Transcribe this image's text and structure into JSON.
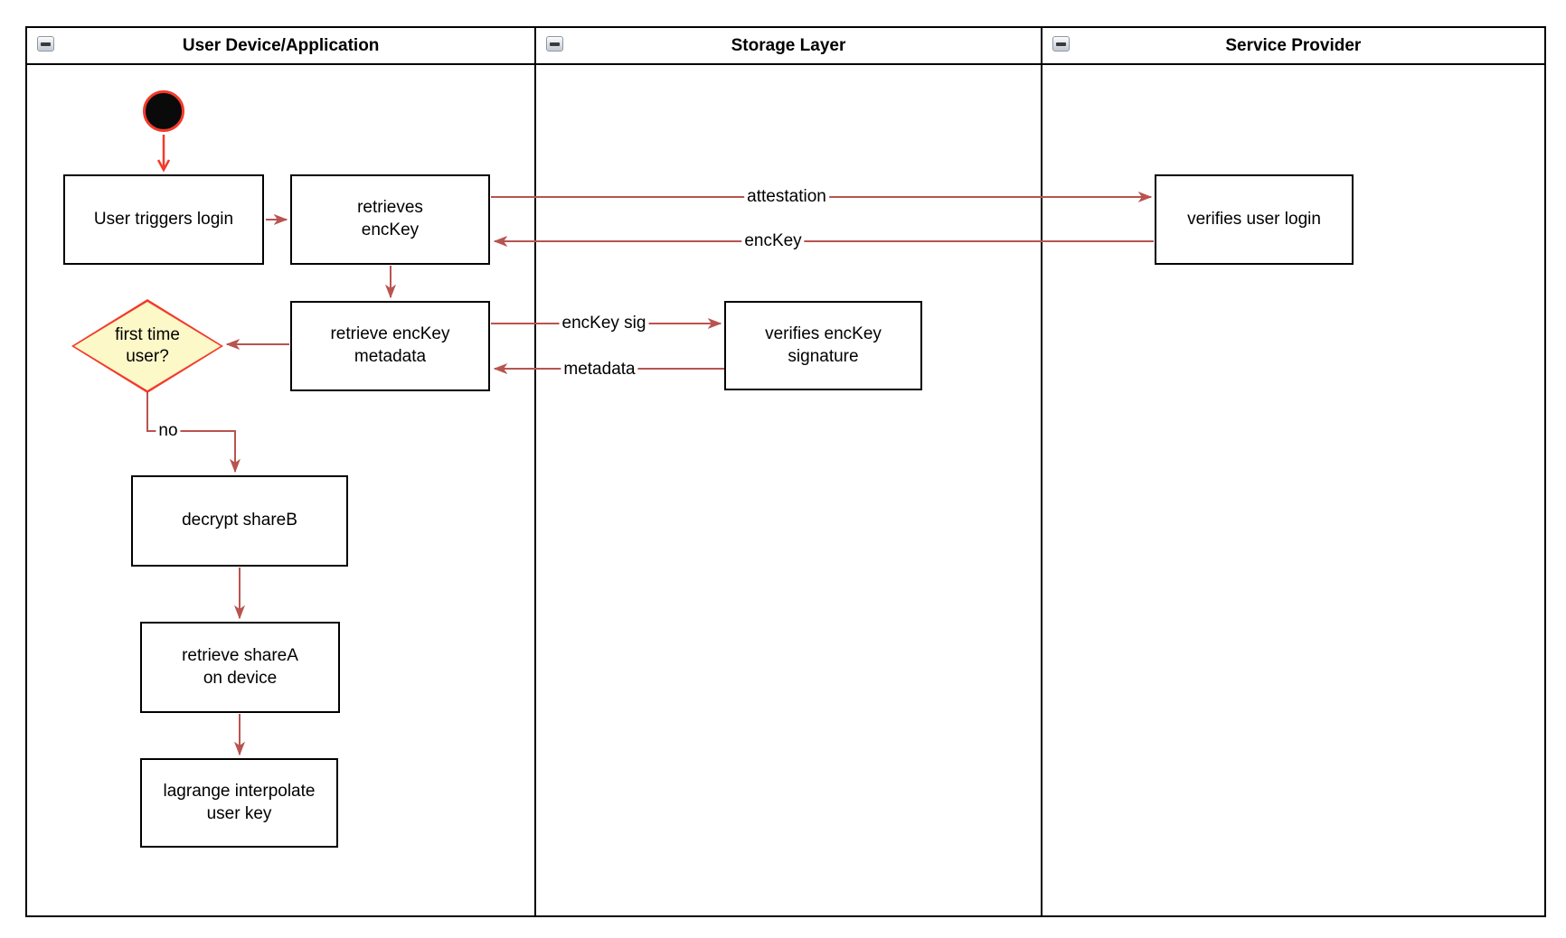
{
  "diagram": {
    "colors": {
      "edge": "#B85450",
      "highlight": "#F23B2B",
      "decision_fill": "#FCF8C7",
      "node_fill": "#FFFFFF",
      "node_border": "#000000"
    },
    "lanes": [
      {
        "title": "User Device/Application"
      },
      {
        "title": "Storage Layer"
      },
      {
        "title": "Service Provider"
      }
    ],
    "nodes": {
      "user_triggers_login": "User triggers login",
      "retrieves_enckey": "retrieves\nencKey",
      "retrieve_enckey_metadata": "retrieve encKey\nmetadata",
      "first_time_user": "first time\nuser?",
      "decrypt_shareb": "decrypt shareB",
      "retrieve_sharea": "retrieve shareA\non device",
      "lagrange_interpolate": "lagrange interpolate\nuser key",
      "verifies_enckey_signature": "verifies encKey\nsignature",
      "verifies_user_login": "verifies user login"
    },
    "edge_labels": {
      "attestation": "attestation",
      "enckey": "encKey",
      "enckey_sig": "encKey sig",
      "metadata": "metadata",
      "no": "no"
    }
  }
}
